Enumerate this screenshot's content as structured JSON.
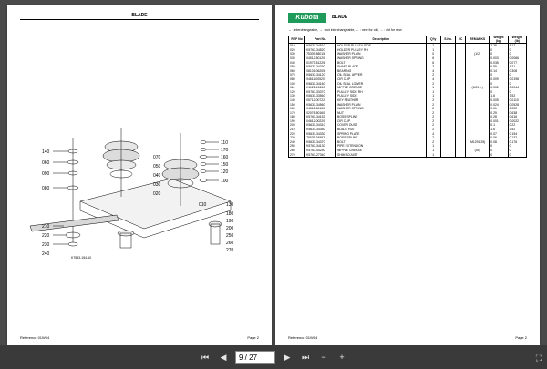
{
  "left_page": {
    "title": "BLADE",
    "callouts": [
      "110",
      "170",
      "160",
      "150",
      "140",
      "120",
      "100",
      "060",
      "090",
      "080",
      "070",
      "050",
      "040",
      "030",
      "020",
      "210",
      "220",
      "230",
      "240",
      "010",
      "130",
      "180",
      "190",
      "200",
      "250",
      "260",
      "270"
    ],
    "figure_ref": "K7553-154-10",
    "footer_left": "Reference 01W04",
    "footer_right": "Page 2"
  },
  "right_page": {
    "brand": "Kubota",
    "title": "BLADE",
    "legend": "↔ : interchangeable,   → : not interchangeable,   ← : new for old,   → : old for new",
    "columns": [
      "REF No",
      "Part No.",
      "Description",
      "Q'ty",
      "S.No.",
      "I/C",
      "REMARKS",
      "Weight (kg)",
      "Weight (lb)"
    ],
    "rows": [
      [
        "010",
        "K5631-34510",
        "HOLDER PULLEY SIDE",
        "1",
        "",
        "",
        "",
        "2.35",
        "5.17"
      ],
      [
        "020",
        "K5763-34520",
        "HOLDER PULLEY RH",
        "1",
        "",
        "",
        "",
        "0",
        "0"
      ],
      [
        "030",
        "75309-58015",
        "WASHER PLAIN",
        "0",
        "",
        "",
        "(1/2)",
        "0",
        "0"
      ],
      [
        "030",
        "04512-50120",
        "WASHER SPRING",
        "6",
        "",
        "",
        "",
        "0.003",
        "0.0066"
      ],
      [
        "040",
        "01973-51225",
        "BOLT",
        "6",
        "",
        "",
        "",
        "0.035",
        "0.077"
      ],
      [
        "050",
        "K5631-34330",
        "SHAFT BLADE",
        "2",
        "",
        "",
        "",
        "0.55",
        "1.21"
      ],
      [
        "060",
        "08101-06205",
        "BEARING",
        "4",
        "",
        "",
        "",
        "0.14",
        "0.308"
      ],
      [
        "070",
        "K5631-34120",
        "OIL SEAL UPPER",
        "2",
        "",
        "",
        "",
        "0",
        "0"
      ],
      [
        "080",
        "04611-00520",
        "CIR CLIP",
        "4",
        "",
        "",
        "",
        "0.009",
        "0.0198"
      ],
      [
        "100",
        "K5631-34160",
        "OIL SEAL LOWER",
        "2",
        "",
        "",
        "",
        "0",
        "0"
      ],
      [
        "110",
        "K1122-15150",
        "NIPPLE GREASE",
        "1",
        "",
        "",
        "(M01→)",
        "0.002",
        "0.0044"
      ],
      [
        "120",
        "K5763-33370",
        "PULLEY SIDE RH",
        "1",
        "",
        "",
        "",
        "0",
        "0"
      ],
      [
        "130",
        "K5631-33560",
        "PULLEY SIDE",
        "1",
        "",
        "",
        "",
        "1.6",
        "3.52"
      ],
      [
        "140",
        "05712-00722",
        "KEY FEATHER",
        "2",
        "",
        "",
        "",
        "0.005",
        "0.0110"
      ],
      [
        "150",
        "K5631-34560",
        "WASHER PLAIN",
        "2",
        "",
        "",
        "",
        "0.024",
        "0.0528"
      ],
      [
        "160",
        "04512-60160",
        "WASHER SPRING",
        "2",
        "",
        "",
        "",
        "0.01",
        "0.022"
      ],
      [
        "170",
        "02076-50160",
        "NUT",
        "2",
        "",
        "",
        "",
        "0.29",
        "0.638"
      ],
      [
        "180",
        "K5761-34152",
        "BOSS SPLINE",
        "2",
        "",
        "",
        "",
        "0.28",
        "0.616"
      ],
      [
        "190",
        "04612-00220",
        "CIR CLIP",
        "2",
        "",
        "",
        "",
        "0.001",
        "0.0022"
      ],
      [
        "200",
        "K5631-34310",
        "COVER DUST",
        "2",
        "",
        "",
        "",
        "0.1",
        "0.22"
      ],
      [
        "210",
        "K5631-34350",
        "BLADE H20",
        "2",
        "",
        "",
        "",
        "1.6",
        "3.52"
      ],
      [
        "220",
        "K5631-34330",
        "SPRING PLATE",
        "4",
        "",
        "",
        "",
        "0.07",
        "0.154"
      ],
      [
        "230",
        "75539-34592",
        "BOSS SPLINE",
        "2",
        "",
        "",
        "",
        "0.06",
        "0.132"
      ],
      [
        "240",
        "K5631-34370",
        "BOLT",
        "2",
        "",
        "",
        "(M1291.25)",
        "0.08",
        "0.176"
      ],
      [
        "250",
        "K5763-34130",
        "PIPE EXTENSION",
        "1",
        "",
        "",
        "",
        "0",
        "0"
      ],
      [
        "260",
        "K5763-44250",
        "NIPPLE GREASE",
        "1",
        "",
        "",
        "(45)",
        "0",
        "0"
      ],
      [
        "270",
        "K5763-27340",
        "SHIM ADJUST",
        "1",
        "",
        "",
        "",
        "0",
        "0"
      ]
    ],
    "footer_left": "Reference 01W04",
    "footer_right": "Page 2"
  },
  "toolbar": {
    "first_icon": "first-page-icon",
    "prev_icon": "prev-page-icon",
    "page_value": "9 / 27",
    "next_icon": "next-page-icon",
    "last_icon": "last-page-icon",
    "zoom_out_icon": "zoom-out-icon",
    "zoom_in_icon": "zoom-in-icon",
    "fullscreen_icon": "fullscreen-icon"
  }
}
